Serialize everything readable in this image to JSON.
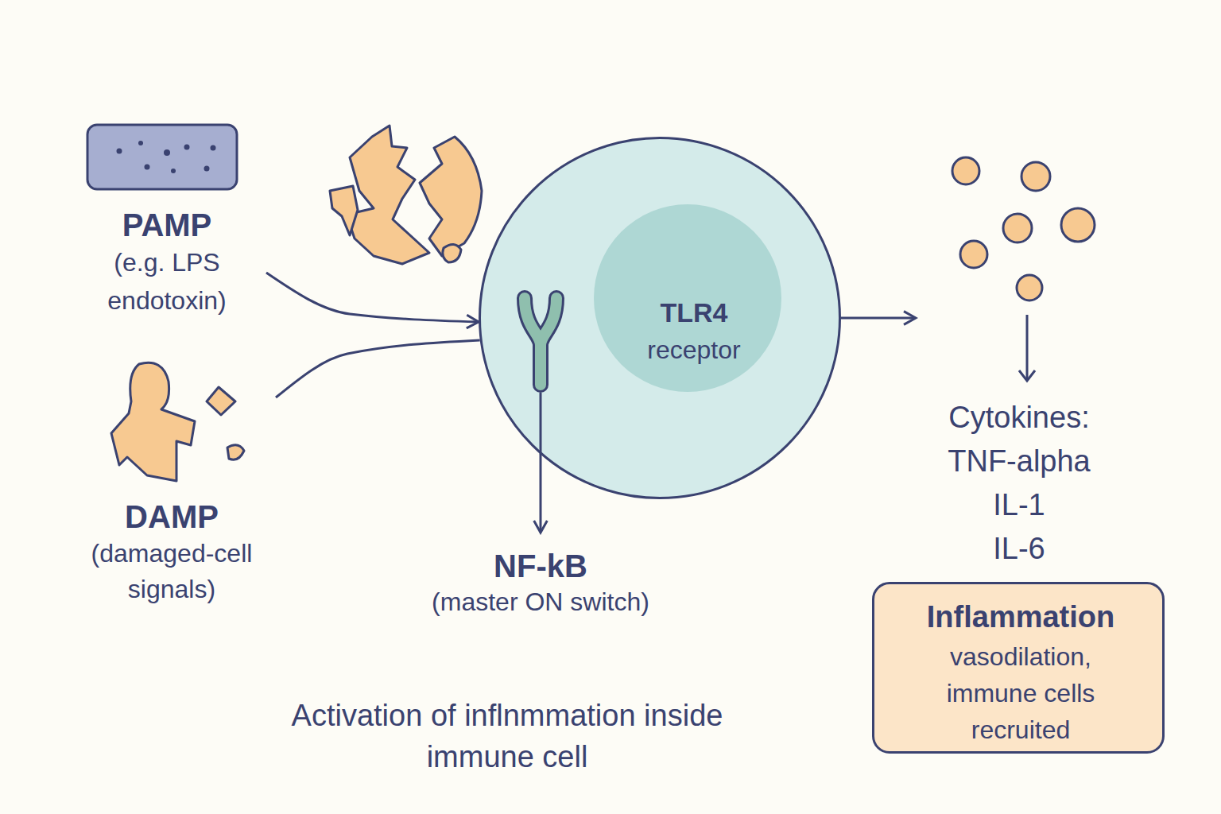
{
  "diagram": {
    "caption": "Activation of inflnmmation inside immune cell",
    "nodes": [
      {
        "text": [
          "PAMP",
          "(e.g. LPS endotoxin)"
        ]
      },
      {
        "text": [
          "DAMP",
          "(damaged-cell signals)"
        ]
      },
      {
        "text": [
          "TLR4",
          "receptor"
        ]
      },
      {
        "text": [
          "NF-kB",
          "(master ON switch)"
        ]
      },
      {
        "text": [
          "Cytokines:",
          "TNF-alpha",
          "IL-1",
          "IL-6"
        ]
      },
      {
        "text": [
          "Inflammation",
          "vasodilation, immune cells recruited"
        ]
      }
    ],
    "edges": [
      {
        "from": 0,
        "to": 2,
        "arrow": "to"
      },
      {
        "from": 1,
        "to": 2,
        "arrow": "none"
      },
      {
        "from": 2,
        "to": 3,
        "arrow": "to"
      },
      {
        "from": 2,
        "to": 4,
        "arrow": "to"
      }
    ]
  }
}
